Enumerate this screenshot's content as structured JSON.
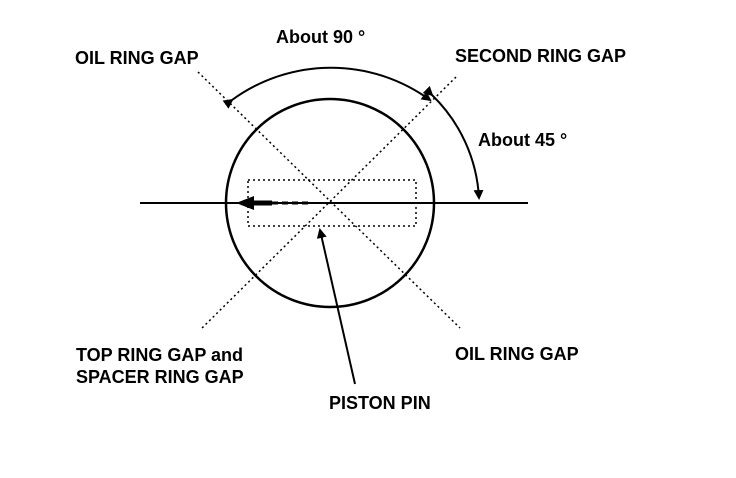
{
  "labels": {
    "about_90": "About 90 °",
    "oil_ring_gap_top": "OIL RING GAP",
    "second_ring_gap": "SECOND RING GAP",
    "about_45": "About 45 °",
    "top_ring_gap_line1": "TOP RING GAP and",
    "top_ring_gap_line2": "SPACER RING GAP",
    "oil_ring_gap_bottom": "OIL RING GAP",
    "piston_pin": "PISTON PIN"
  },
  "colors": {
    "ink": "#000000",
    "background": "#ffffff"
  }
}
